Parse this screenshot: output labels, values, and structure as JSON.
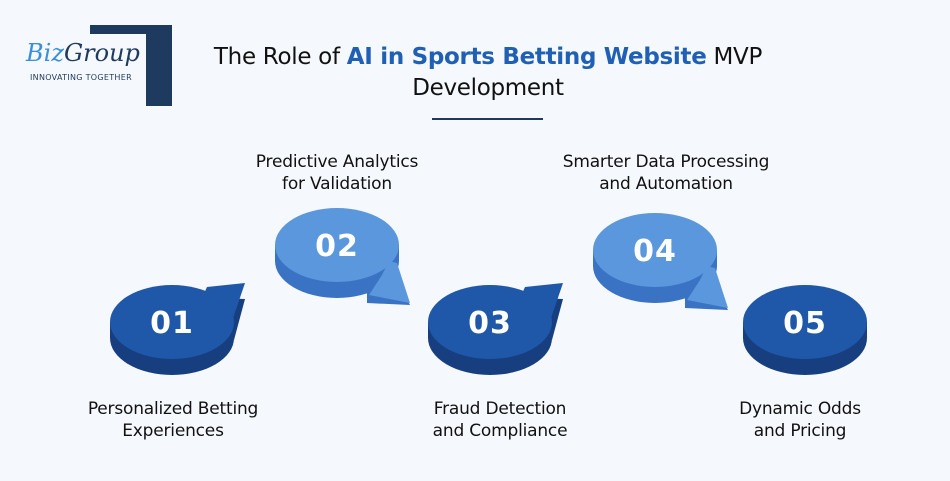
{
  "logo": {
    "brand_part1": "Biz",
    "brand_part2": "Group",
    "tagline": "INNOVATING TOGETHER"
  },
  "title": {
    "before": "The Role of ",
    "highlight": "AI in Sports Betting Website",
    "after": " MVP Development"
  },
  "colors": {
    "accent": "#1f5fb4",
    "dark_disc_top": "#1f58a8",
    "dark_disc_side": "#173f80",
    "light_disc_top": "#5b97dc",
    "light_disc_side": "#3a73c4",
    "navy": "#1f3a5f",
    "background": "#f5f8fc"
  },
  "steps": [
    {
      "number": "01",
      "label_line1": "Personalized Betting",
      "label_line2": "Experiences"
    },
    {
      "number": "02",
      "label_line1": "Predictive Analytics",
      "label_line2": "for Validation"
    },
    {
      "number": "03",
      "label_line1": "Fraud Detection",
      "label_line2": "and Compliance"
    },
    {
      "number": "04",
      "label_line1": "Smarter Data Processing",
      "label_line2": "and Automation"
    },
    {
      "number": "05",
      "label_line1": "Dynamic Odds",
      "label_line2": "and Pricing"
    }
  ]
}
